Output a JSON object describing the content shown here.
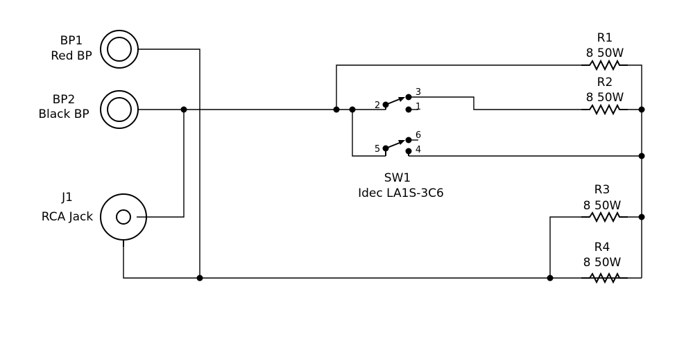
{
  "components": {
    "bp1": {
      "ref": "BP1",
      "value": "Red BP"
    },
    "bp2": {
      "ref": "BP2",
      "value": "Black BP"
    },
    "j1": {
      "ref": "J1",
      "value": "RCA Jack"
    },
    "sw1": {
      "ref": "SW1",
      "value": "Idec LA1S-3C6",
      "pins": [
        "1",
        "2",
        "3",
        "4",
        "5",
        "6"
      ]
    },
    "r1": {
      "ref": "R1",
      "value": "8 50W"
    },
    "r2": {
      "ref": "R2",
      "value": "8 50W"
    },
    "r3": {
      "ref": "R3",
      "value": "8 50W"
    },
    "r4": {
      "ref": "R4",
      "value": "8 50W"
    }
  }
}
